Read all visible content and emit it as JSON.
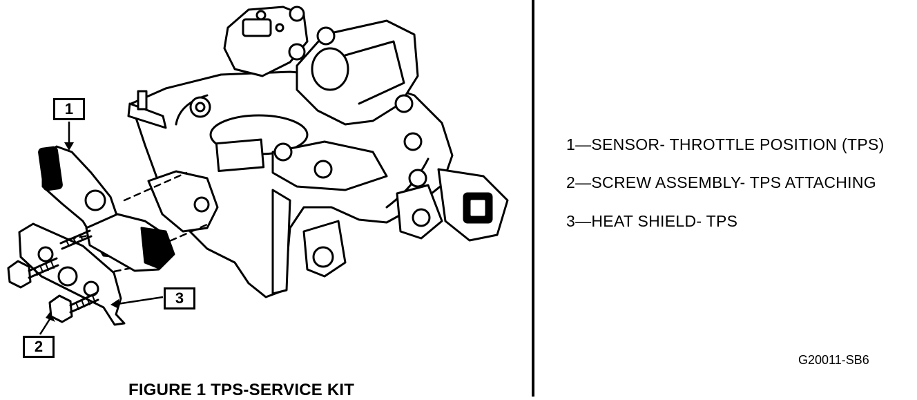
{
  "callouts": {
    "c1": "1",
    "c2": "2",
    "c3": "3"
  },
  "caption": "FIGURE 1 TPS-SERVICE KIT",
  "legend": [
    "1—SENSOR- THROTTLE POSITION (TPS)",
    "2—SCREW ASSEMBLY- TPS ATTACHING",
    "3—HEAT SHIELD- TPS"
  ],
  "drawing_code": "G20011-SB6",
  "colors": {
    "ink": "#000000",
    "paper": "#ffffff"
  }
}
